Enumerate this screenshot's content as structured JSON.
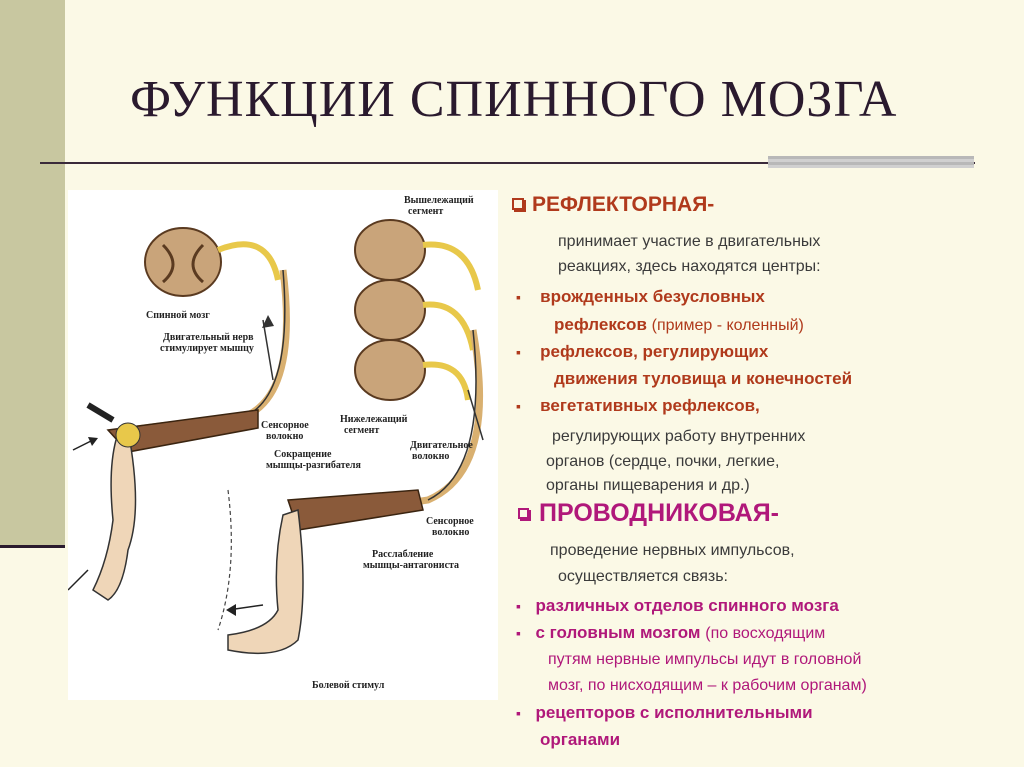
{
  "title": "ФУНКЦИИ СПИННОГО МОЗГА",
  "figure": {
    "labels": {
      "spinal_cord": "Спинной мозг",
      "motor_nerve_1": "Двигательный нерв",
      "motor_nerve_2": "стимулирует мышцу",
      "sensory_fiber_1": "Сенсорное",
      "sensory_fiber_2": "волокно",
      "upper_segment_1": "Вышележащий",
      "upper_segment_2": "сегмент",
      "lower_segment_1": "Нижележащий",
      "lower_segment_2": "сегмент",
      "motor_fiber_1": "Двигательное",
      "motor_fiber_2": "волокно",
      "contraction_1": "Сокращение",
      "contraction_2": "мышцы-разгибателя",
      "sensory_fiber2_1": "Сенсорное",
      "sensory_fiber2_2": "волокно",
      "relaxation_1": "Расслабление",
      "relaxation_2": "мышцы-антагониста",
      "pain_stimulus": "Болевой стимул"
    }
  },
  "reflex": {
    "heading": "РЕФЛЕКТОРНАЯ-",
    "desc1": "принимает участие в двигательных",
    "desc2": "реакциях,  здесь находятся центры:",
    "b1_line1": "врожденных безусловных",
    "b1_line2": "рефлексов",
    "b1_note": "(пример - коленный)",
    "b2_line1": "рефлексов, регулирующих",
    "b2_line2": "движения туловища и  конечностей",
    "b3_line1": "вегетативных рефлексов,",
    "b3_line2": "регулирующих работу внутренних",
    "b3_line3": "органов (сердце, почки, легкие,",
    "b3_line4": "органы пищеварения и др.)"
  },
  "conduction": {
    "heading": "ПРОВОДНИКОВАЯ-",
    "desc1": "проведение нервных импульсов,",
    "desc2": "осуществляется связь:",
    "b1": "различных отделов спинного мозга",
    "b2_bold": "с головным мозгом",
    "b2_note": "(по восходящим",
    "b2_line2": "путям нервные импульсы идут в головной",
    "b2_line3": "мозг, по нисходящим – к рабочим органам)",
    "b3_line1": "рецепторов с исполнительными",
    "b3_line2": "органами"
  }
}
